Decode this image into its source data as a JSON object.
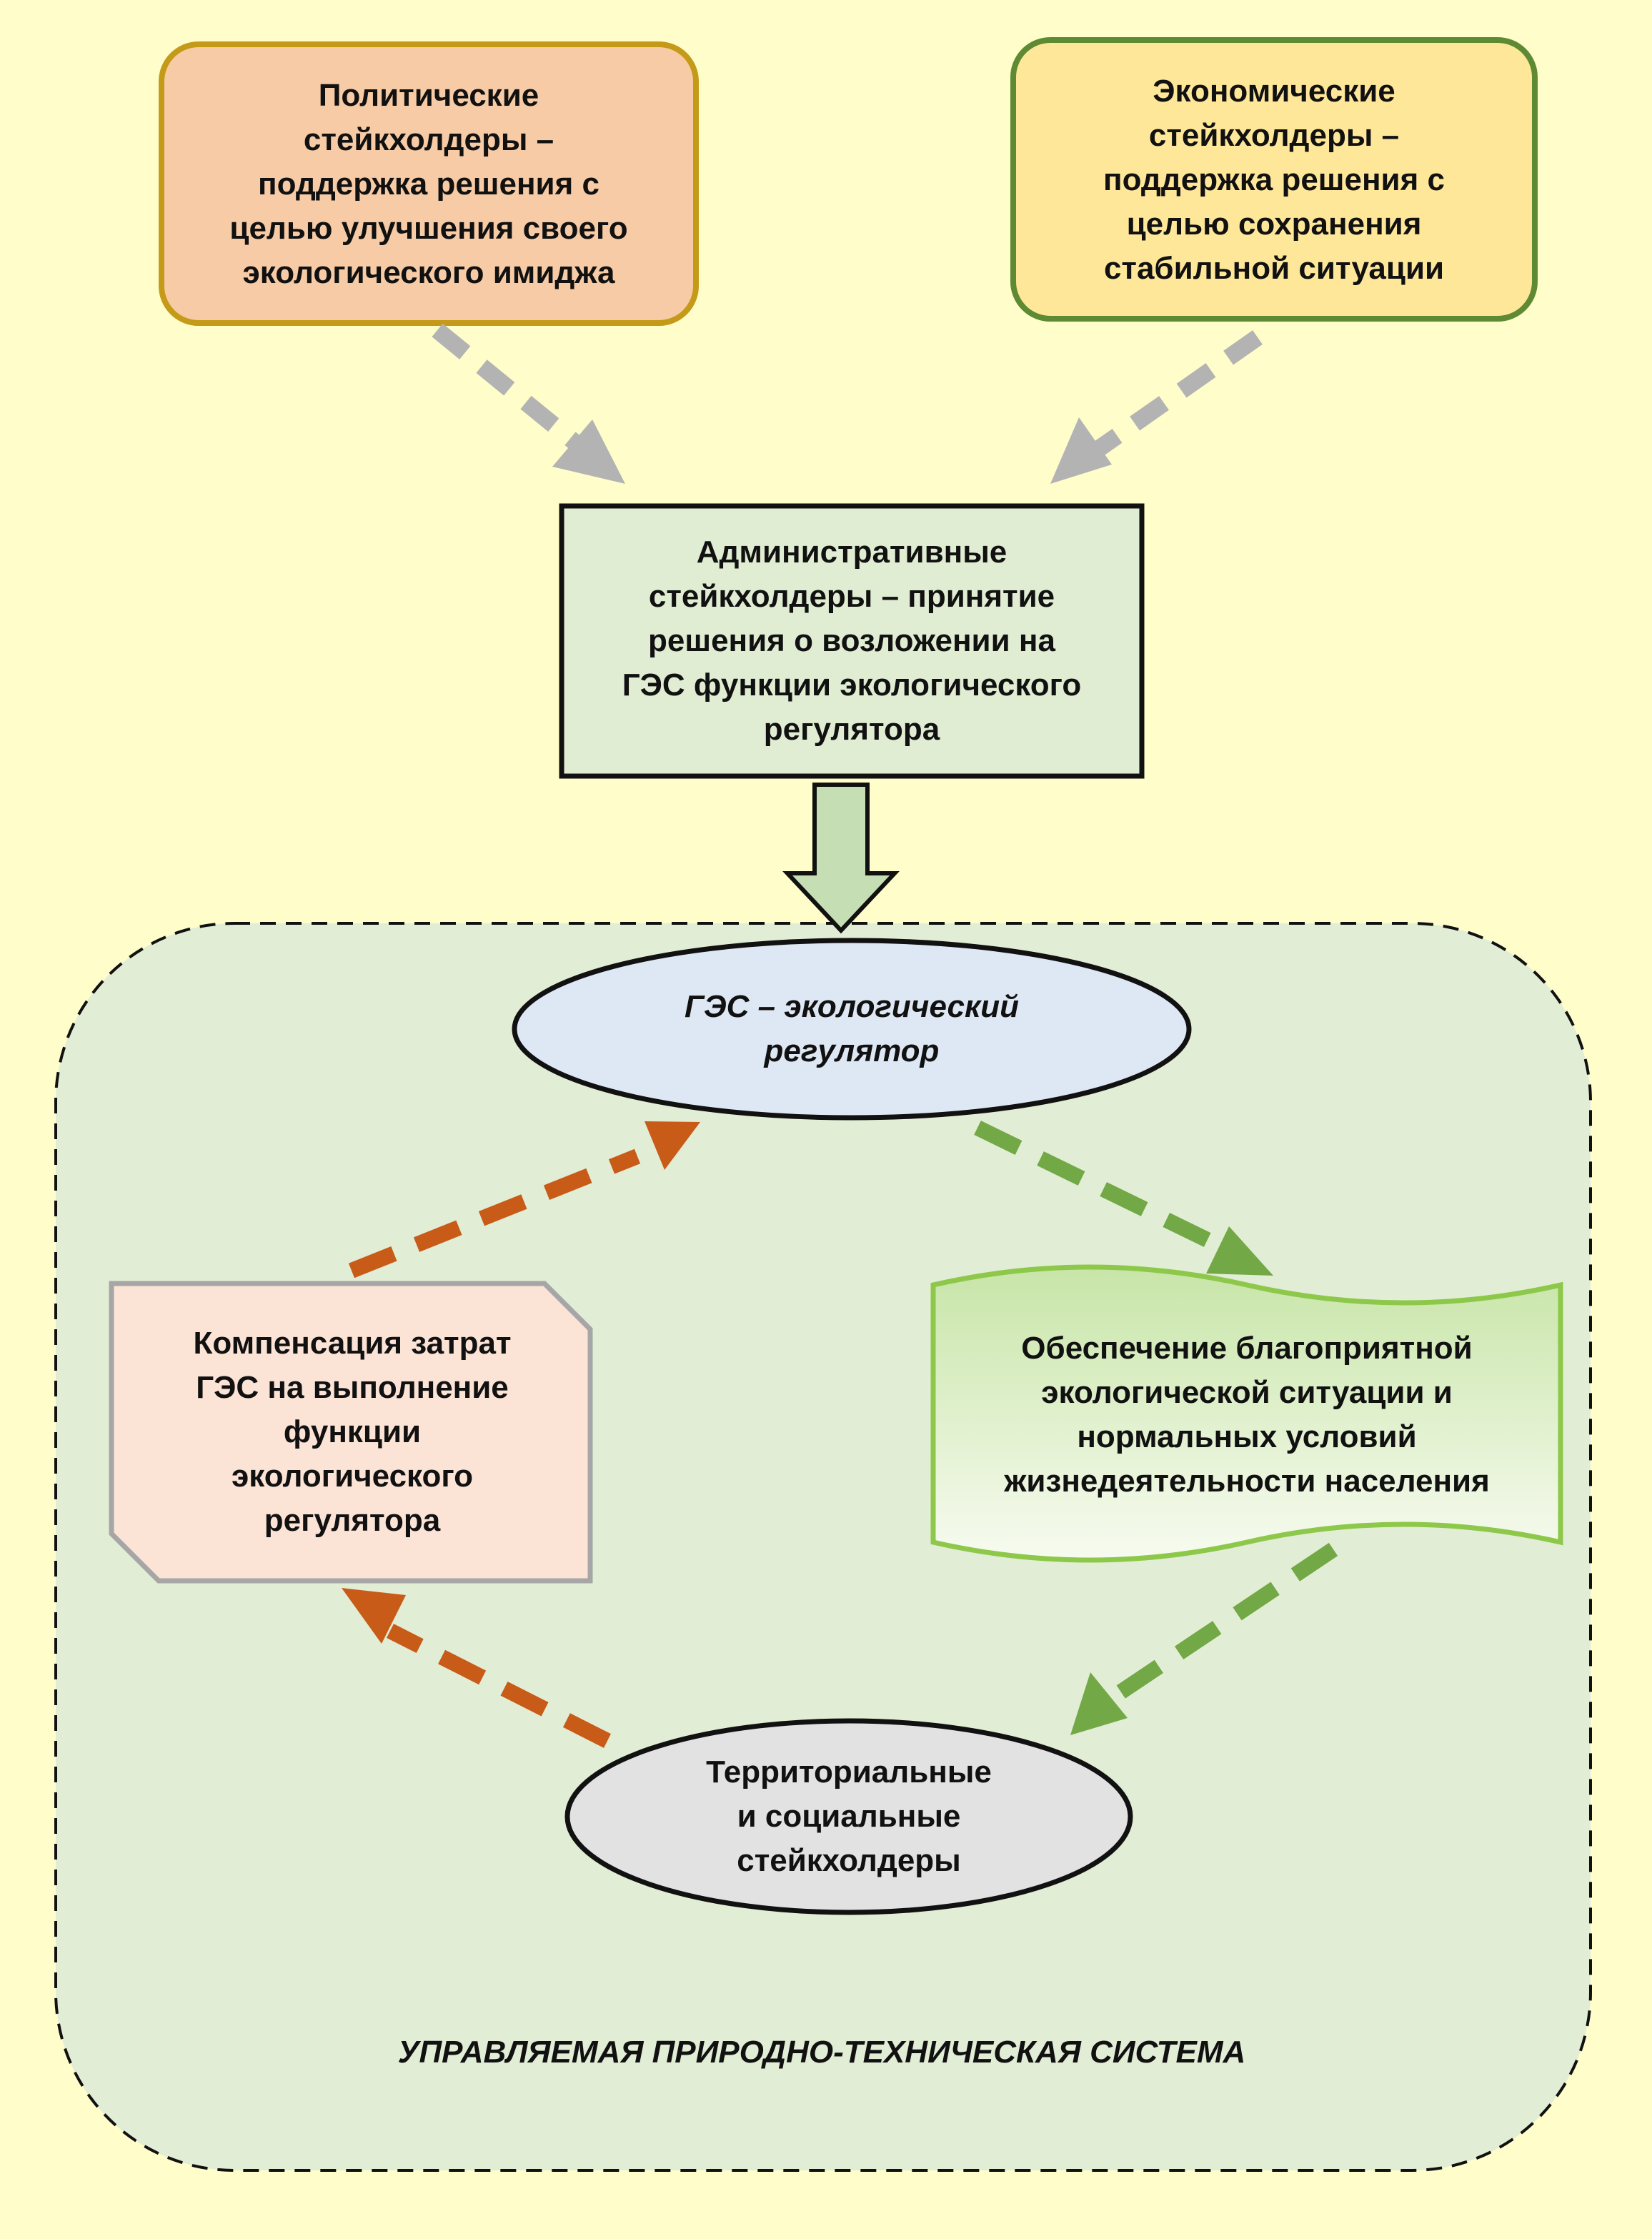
{
  "colors": {
    "background": "#FFFDC9",
    "system_area_fill": "#E2EDD5",
    "political_fill": "#F7CBA5",
    "political_border": "#C49A18",
    "economic_fill": "#FFE79A",
    "economic_border": "#5E8A33",
    "admin_fill": "#E0EDD2",
    "regulator_fill": "#DEE8F4",
    "compensation_fill": "#FBE3D5",
    "compensation_border": "#A6A6A6",
    "ecology_border": "#8DC84A",
    "territorial_fill": "#E2E2E2",
    "grey_arrow": "#B3B3B3",
    "orange_arrow": "#C75B17",
    "green_arrow": "#72A845",
    "down_arrow_fill": "#C5DEB4"
  },
  "nodes": {
    "political": "Политические\nстейкхолдеры –\nподдержка решения с\nцелью улучшения своего\nэкологического имиджа",
    "economic": "Экономические\nстейкхолдеры –\nподдержка решения с\nцелью сохранения\nстабильной ситуации",
    "administrative": "Административные\nстейкхолдеры – принятие\nрешения о возложении на\nГЭС функции экологического\nрегулятора",
    "regulator": "ГЭС – экологический\nрегулятор",
    "compensation": "Компенсация затрат\nГЭС на выполнение\nфункции\nэкологического\nрегулятора",
    "ecology": "Обеспечение благоприятной\nэкологической ситуации и\nнормальных условий\nжизнедеятельности населения",
    "territorial": "Территориальные\nи социальные\nстейкхолдеры"
  },
  "system_label": "УПРАВЛЯЕМАЯ ПРИРОДНО-ТЕХНИЧЕСКАЯ СИСТЕМА"
}
